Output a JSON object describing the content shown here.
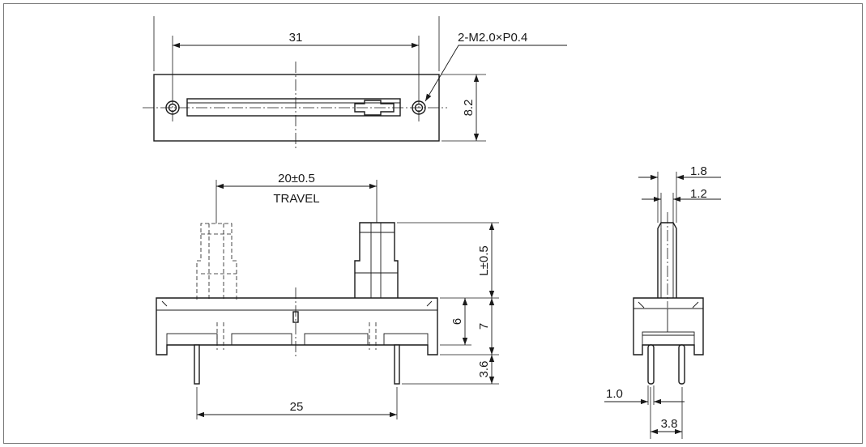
{
  "labels": {
    "top_width": "31",
    "top_height": "8.2",
    "mount_holes": "2-M2.0×P0.4",
    "travel": "20±0.5",
    "travel_caption": "TRAVEL",
    "lever_height": "L±0.5",
    "body_dim_6": "6",
    "body_dim_7": "7",
    "pin_length": "3.6",
    "pin_pitch": "25",
    "lever_width": "1.8",
    "lever_slot": "1.2",
    "pin_width": "1.0",
    "pin_spacing": "3.8"
  }
}
